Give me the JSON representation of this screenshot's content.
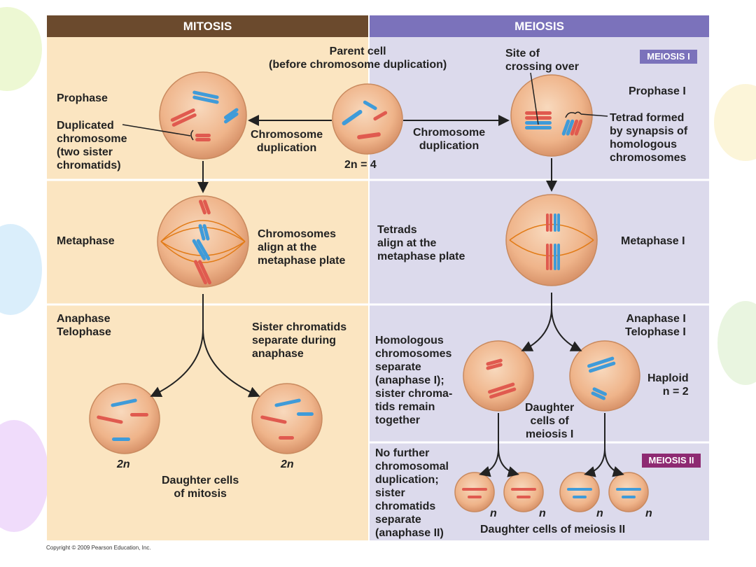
{
  "headers": {
    "mitosis": "MITOSIS",
    "meiosis": "MEIOSIS"
  },
  "tags": {
    "meiosis1": "MEIOSIS I",
    "meiosis2": "MEIOSIS II"
  },
  "labels": {
    "parent_cell": "Parent cell\n(before chromosome duplication)",
    "site_crossing": "Site of\ncrossing over",
    "prophase": "Prophase",
    "duplicated_chromosome": "Duplicated\nchromosome\n(two sister\nchromatids)",
    "chrom_dup_left": "Chromosome\nduplication",
    "chrom_dup_right": "Chromosome\nduplication",
    "two_n_four": "2n = 4",
    "prophase_1": "Prophase I",
    "tetrad_formed": "Tetrad formed\nby synapsis of\nhomologous\nchromosomes",
    "metaphase": "Metaphase",
    "chromosomes_align": "Chromosomes\nalign at the\nmetaphase plate",
    "tetrads_align": "Tetrads\nalign at the\nmetaphase plate",
    "metaphase_1": "Metaphase I",
    "anaphase_telophase": "Anaphase\nTelophase",
    "sister_separate": "Sister chromatids\nseparate during\nanaphase",
    "anaphase_telophase_1": "Anaphase I\nTelophase I",
    "homologous_separate": "Homologous\nchromosomes\nseparate\n(anaphase I);\nsister chroma-\ntids remain\ntogether",
    "haploid": "Haploid\nn = 2",
    "daughter_meiosis1": "Daughter\ncells of\nmeiosis I",
    "two_n_left": "2n",
    "two_n_right": "2n",
    "daughter_mitosis": "Daughter cells\nof mitosis",
    "no_further": "No further\nchromosomal\nduplication;\nsister\nchromatids\nseparate\n(anaphase II)",
    "n1": "n",
    "n2": "n",
    "n3": "n",
    "n4": "n",
    "daughter_meiosis2": "Daughter cells of meiosis II"
  },
  "copyright": "Copyright © 2009 Pearson Education, Inc.",
  "colors": {
    "mitosis_panel": "#fbe5c1",
    "meiosis_panel": "#dcdaec",
    "mitosis_header": "#6b4a2d",
    "meiosis_header": "#7b72bb",
    "meiosis2_tag": "#8e2a72",
    "chromosome_red": "#e05a4f",
    "chromosome_blue": "#3f9bd9",
    "spindle": "#e27b16",
    "cell_fill": "#f0b98f"
  }
}
